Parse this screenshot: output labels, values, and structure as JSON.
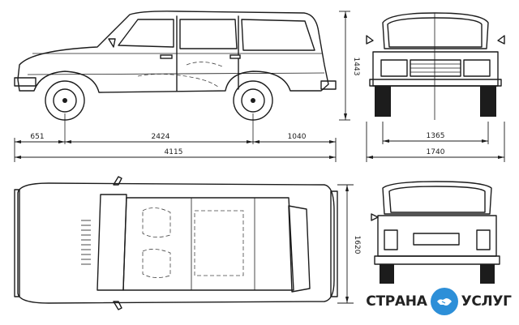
{
  "dimensions": {
    "front_overhang": "651",
    "wheelbase": "2424",
    "rear_overhang": "1040",
    "overall_length": "4115",
    "height": "1443",
    "track_rear": "1365",
    "overall_width": "1740",
    "width_top": "1620"
  },
  "logo": {
    "left_text": "СТРАНА",
    "right_text": "УСЛУГ",
    "icon": "handshake-icon",
    "color": "#2d8fd8"
  }
}
